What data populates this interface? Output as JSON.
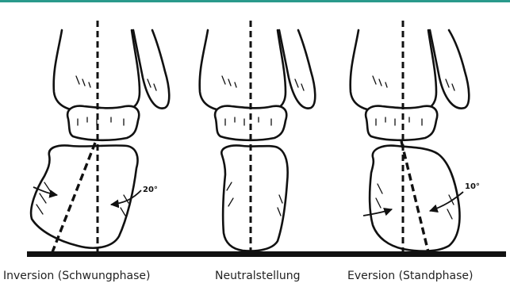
{
  "colors": {
    "accent_rule": "#2a9a8c",
    "ink": "#111111",
    "ground": "#111111"
  },
  "panels": [
    {
      "caption": "Inversion (Schwungphase)",
      "angle_label": "20°",
      "tilt_deg": -9
    },
    {
      "caption": "Neutralstellung",
      "angle_label": "",
      "tilt_deg": 0
    },
    {
      "caption": "Eversion (Standphase)",
      "angle_label": "10°",
      "tilt_deg": 7
    }
  ]
}
